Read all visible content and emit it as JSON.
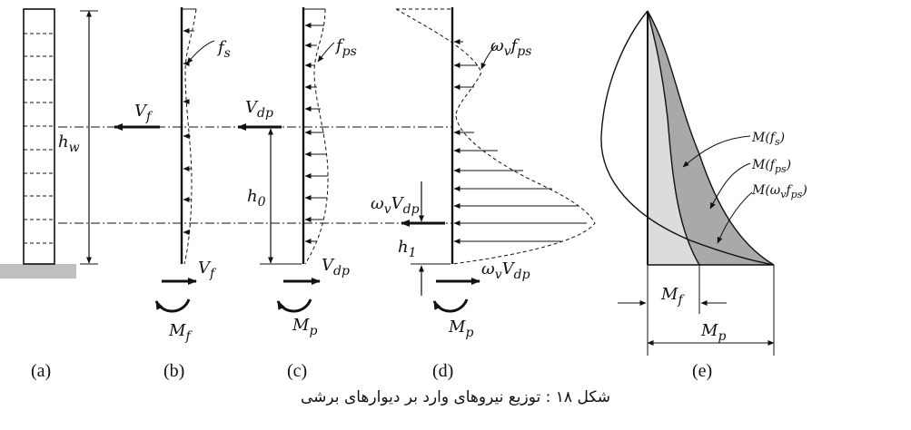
{
  "panels": [
    "(a)",
    "(b)",
    "(c)",
    "(d)",
    "(e)"
  ],
  "labels": {
    "h_w": "h",
    "h_w_sub": "w",
    "h_0": "h",
    "h_0_sub": "0",
    "h_1": "h",
    "h_1_sub": "1",
    "f_s": "f",
    "f_s_sub": "s",
    "f_ps": "f",
    "f_ps_sub": "ps",
    "wv_fps": "ω",
    "wv_fps_sub1": "v",
    "wv_fps_mid": "f",
    "wv_fps_sub2": "ps",
    "V_f": "V",
    "V_f_sub": "f",
    "V_dp": "V",
    "V_dp_sub": "dp",
    "wv_Vdp": "ω",
    "wv_Vdp_sub1": "v",
    "wv_Vdp_mid": "V",
    "wv_Vdp_sub2": "dp",
    "M_f": "M",
    "M_f_sub": "f",
    "M_p": "M",
    "M_p_sub": "p",
    "M_fs": "M(f",
    "M_fs_sub": "s",
    "M_fs_end": ")",
    "M_fps": "M(f",
    "M_fps_sub": "ps",
    "M_fps_end": ")",
    "M_wv": "M(ω",
    "M_wv_sub1": "v",
    "M_wv_mid": "f",
    "M_wv_sub2": "ps",
    "M_wv_end": ")"
  },
  "caption": "شکل ۱۸ : توزیع نیروهای وارد بر دیوارهای برشی",
  "colors": {
    "ink": "#111111",
    "shade_light": "#dcdcdc",
    "shade_dark": "#a9a9a9",
    "ground": "#bfbfbf"
  }
}
